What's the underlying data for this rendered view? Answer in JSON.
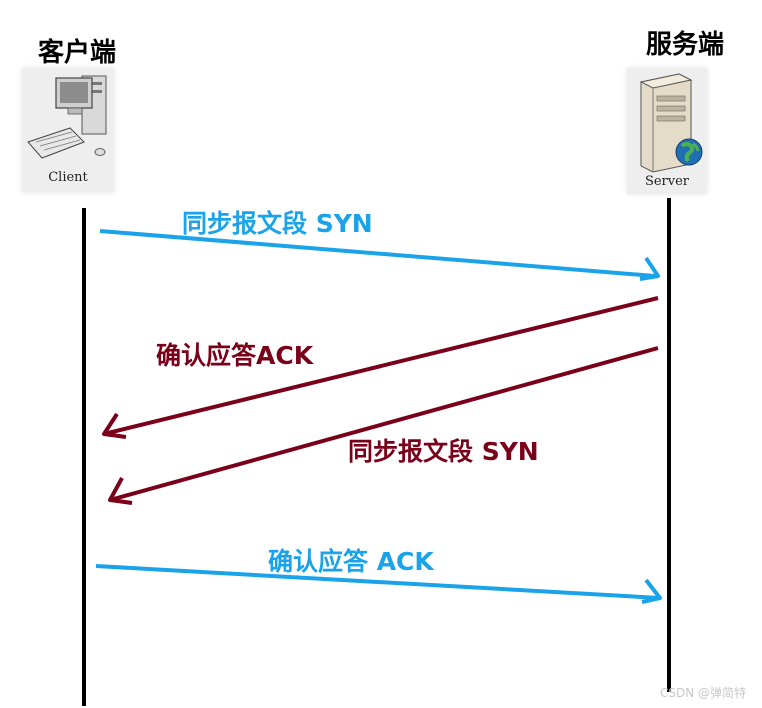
{
  "client": {
    "title": "客户端",
    "device_label": "Client"
  },
  "server": {
    "title": "服务端",
    "device_label": "Server"
  },
  "messages": [
    {
      "label": "同步报文段 SYN",
      "direction": "client-to-server",
      "color": "#1aa3e8"
    },
    {
      "label": "确认应答ACK",
      "direction": "server-to-client",
      "color": "#7a0019"
    },
    {
      "label": "同步报文段 SYN",
      "direction": "server-to-client",
      "color": "#7a0019"
    },
    {
      "label": "确认应答 ACK",
      "direction": "client-to-server",
      "color": "#1aa3e8"
    }
  ],
  "watermark": "CSDN @弹简特",
  "icons": {
    "client": "computer-icon",
    "server": "server-globe-icon"
  }
}
